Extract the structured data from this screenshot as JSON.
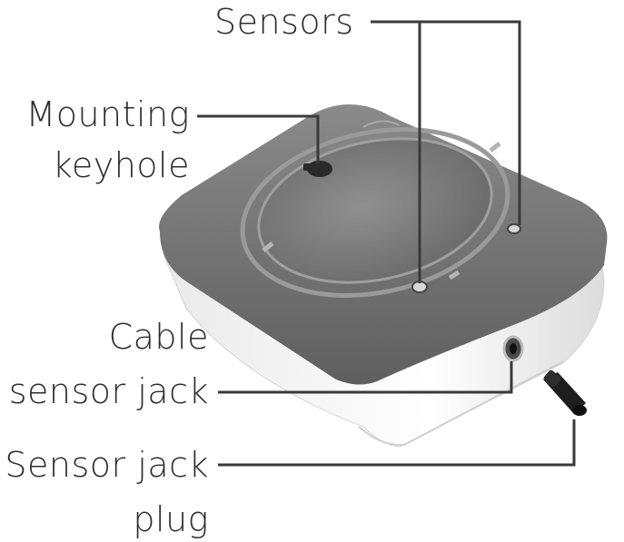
{
  "labels": {
    "sensors": "Sensors",
    "mounting_line1": "Mounting",
    "mounting_line2": "keyhole",
    "cable_line1": "Cable",
    "cable_line2": "sensor jack",
    "plug_line1": "Sensor jack",
    "plug_line2": "plug"
  },
  "colors": {
    "housing_top": "#6f6f6f",
    "housing_side": "#f2f2f2",
    "leader_line": "#3a3a3a",
    "label_text": "#2d2d2d"
  }
}
